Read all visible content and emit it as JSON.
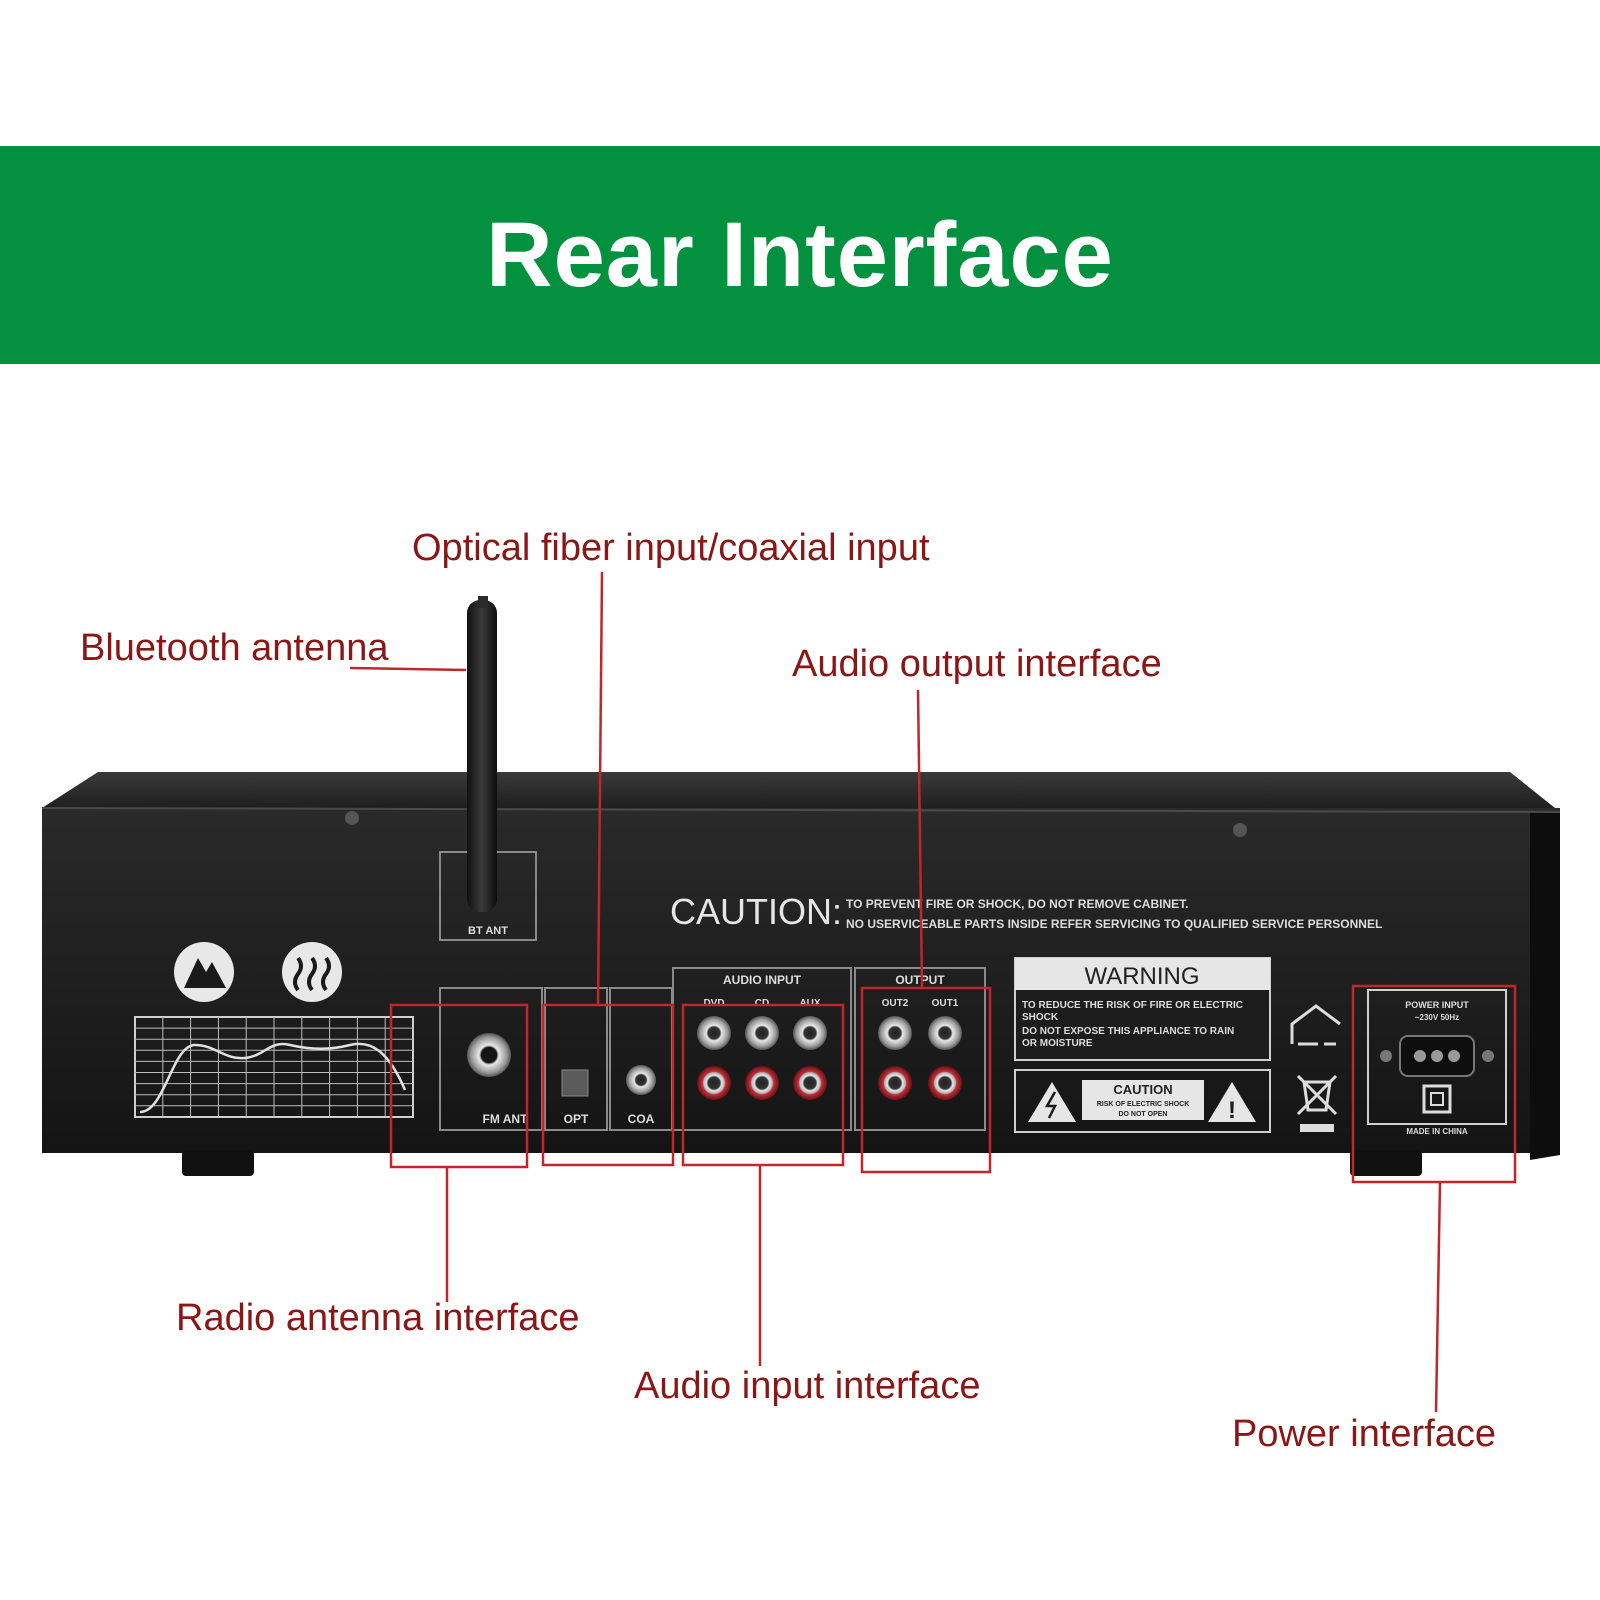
{
  "header": {
    "title": "Rear Interface"
  },
  "callouts": {
    "bluetooth_antenna": "Bluetooth antenna",
    "optical_coaxial": "Optical fiber input/coaxial input",
    "audio_output": "Audio output interface",
    "radio_antenna": "Radio antenna interface",
    "audio_input": "Audio input interface",
    "power": "Power interface"
  },
  "panel": {
    "caution_heading": "CAUTION:",
    "caution_line1": "TO PREVENT FIRE OR SHOCK, DO NOT REMOVE CABINET.",
    "caution_line2": "NO USERVICEABLE PARTS INSIDE REFER SERVICING TO QUALIFIED SERVICE PERSONNEL",
    "warning_heading": "WARNING",
    "warning_line1": "TO REDUCE THE RISK OF FIRE OR ELECTRIC",
    "warning_line2": "SHOCK",
    "warning_line3": "DO NOT EXPOSE THIS APPLIANCE TO RAIN",
    "warning_line4": "OR MOISTURE",
    "caution_box_heading": "CAUTION",
    "caution_box_line1": "RISK OF ELECTRIC SHOCK",
    "caution_box_line2": "DO NOT OPEN",
    "bt_ant": "BT ANT",
    "fm_ant": "FM ANT",
    "opt": "OPT",
    "coa": "COA",
    "audio_input_label": "AUDIO INPUT",
    "output_label": "OUTPUT",
    "dvd": "DVD",
    "cd": "CD",
    "aux": "AUX",
    "out2": "OUT2",
    "out1": "OUT1",
    "power_input": "POWER INPUT",
    "voltage": "~230V 50Hz",
    "made_in": "MADE IN CHINA"
  },
  "colors": {
    "banner": "#03913f",
    "callout_text": "#8b1616",
    "callout_line": "#c0262a"
  }
}
